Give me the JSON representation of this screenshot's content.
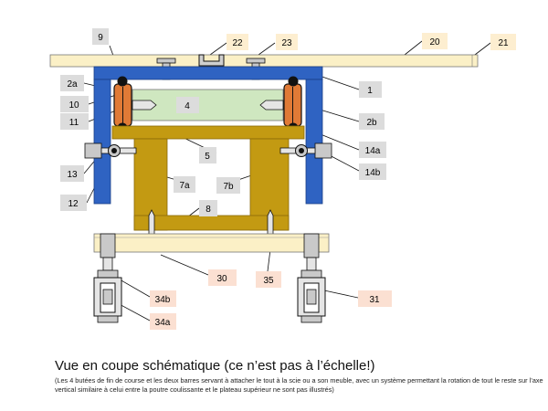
{
  "colors": {
    "blue_frame": "#2f63c2",
    "wood_board": "#fbf0c6",
    "ochre_box": "#c39a12",
    "green_bar": "#cfe7c0",
    "orange_roller": "#e07a36",
    "label_grey": "#dcdcdc",
    "label_yellow": "#fdeed0",
    "label_peach": "#fbe0d2",
    "hardware_grey": "#c9c9c9",
    "dark": "#111111"
  },
  "labels": {
    "l9": "9",
    "l22": "22",
    "l23": "23",
    "l20": "20",
    "l21": "21",
    "l2a": "2a",
    "l10": "10",
    "l4": "4",
    "l1": "1",
    "l11": "11",
    "l2b": "2b",
    "l5": "5",
    "l14a": "14a",
    "l13": "13",
    "l14b": "14b",
    "l7a": "7a",
    "l7b": "7b",
    "l12": "12",
    "l8": "8",
    "l30": "30",
    "l35": "35",
    "l34b": "34b",
    "l31": "31",
    "l34a": "34a"
  },
  "caption": {
    "title": "Vue en coupe schématique (ce n’est pas à l’échelle!)",
    "note": "(Les 4 butées de fin de course et les deux barres servant à attacher le tout à la scie ou a son meuble, avec un système permettant la rotation de tout le reste sur l’axe vertical similaire à celui entre la poutre coulissante et le plateau supérieur ne sont pas illustrés)"
  }
}
